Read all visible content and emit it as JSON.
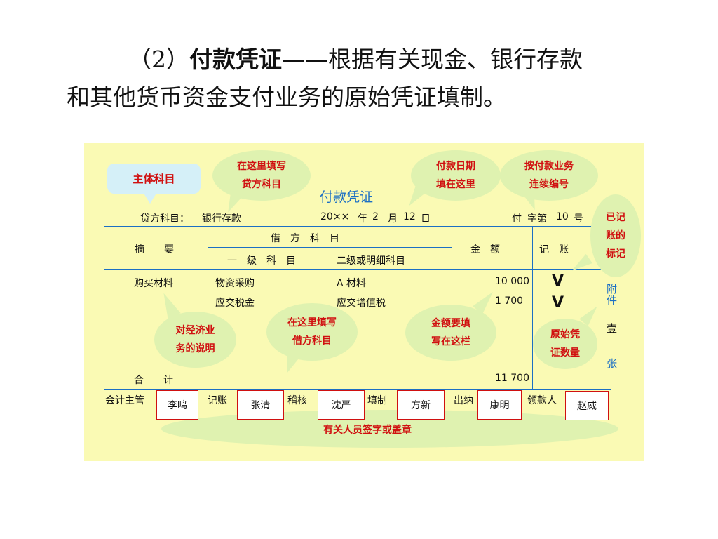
{
  "heading": {
    "prefix": "（2）",
    "term": "付款凭证——",
    "line1_rest": "根据有关现金、银行存款",
    "line2": "和其他货币资金支付业务的原始凭证填制。"
  },
  "voucher": {
    "title": "付款凭证",
    "credit_account_label": "贷方科目：",
    "credit_account_value": "银行存款",
    "date": {
      "year": "20××",
      "year_label": "年",
      "month": "2",
      "month_label": "月",
      "day": "12",
      "day_label": "日"
    },
    "number": {
      "prefix": "付",
      "label_a": "字第",
      "value": "10",
      "label_b": "号"
    },
    "columns": {
      "summary": "摘　　要",
      "debit_account": "借　方　科　目",
      "first_level": "一　级　科　目",
      "sub_level": "二级或明细科目",
      "amount": "金　额",
      "posted": "记　账"
    },
    "rows": [
      {
        "summary": "购买材料",
        "first": "物资采购",
        "sub": "A 材料",
        "amount": "10 000",
        "mark": "V"
      },
      {
        "summary": "",
        "first": "应交税金",
        "sub": "应交增值税",
        "amount": "1  700",
        "mark": "V"
      }
    ],
    "total_label": "合　　计",
    "total_amount": "11 700",
    "attachment": {
      "label_a": "附",
      "label_b": "件",
      "count": "壹",
      "unit": "张"
    },
    "signatures": [
      {
        "role": "会计主管",
        "name": "李鸣"
      },
      {
        "role": "记账",
        "name": "张清"
      },
      {
        "role": "稽核",
        "name": "沈严"
      },
      {
        "role": "填制",
        "name": "方新"
      },
      {
        "role": "出纳",
        "name": "康明"
      },
      {
        "role": "领款人",
        "name": "赵威"
      }
    ]
  },
  "callouts": {
    "subject": "主体科目",
    "credit": "在这里填写\n贷方科目",
    "date": "付款日期\n填在这里",
    "sequence": "按付款业务\n连续编号",
    "posted_mark": "已记\n账的\n标记",
    "summary": "对经济业\n务的说明",
    "debit": "在这里填写\n借方科目",
    "amount": "金额要填\n写在这栏",
    "attachments": "原始凭\n证数量",
    "signers": "有关人员签字或盖章"
  },
  "colors": {
    "panel": "#fafab4",
    "bubble": "#dff2b0",
    "callout_text": "#d01010",
    "rule_blue": "#1b6fc4",
    "subject_box": "#d5f0f8"
  }
}
